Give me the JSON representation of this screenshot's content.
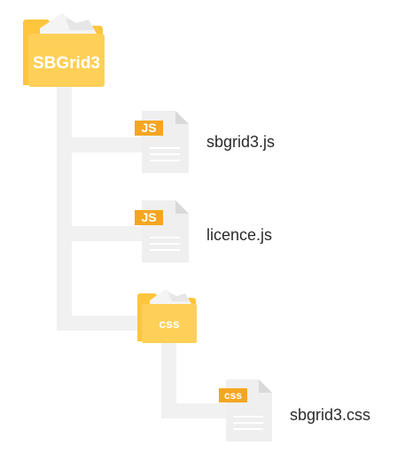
{
  "tree": {
    "root": {
      "label": "SBGrid3",
      "icon": "folder-icon"
    },
    "files": [
      {
        "badge": "JS",
        "name": "sbgrid3.js",
        "icon": "file-icon"
      },
      {
        "badge": "JS",
        "name": "licence.js",
        "icon": "file-icon"
      }
    ],
    "subfolder": {
      "label": "css",
      "icon": "folder-icon",
      "files": [
        {
          "badge": "css",
          "name": "sbgrid3.css",
          "icon": "file-icon"
        }
      ]
    }
  },
  "colors": {
    "connector": "#f1f1f1",
    "folder_back": "#ffc53d",
    "folder_front": "#ffd057",
    "paper": "#f4f4f4",
    "file_body": "#efefef",
    "file_fold": "#d9d9d9",
    "badge": "#f4a622",
    "text": "#2b2b2b"
  }
}
